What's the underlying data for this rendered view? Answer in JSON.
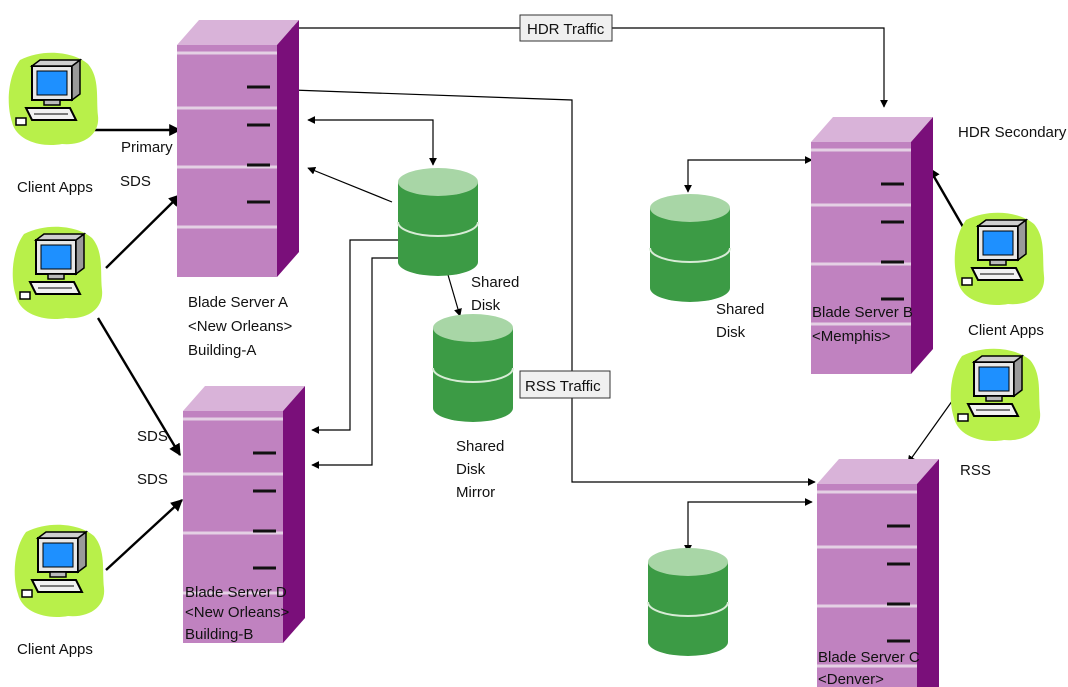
{
  "colors": {
    "server_front": "#c082c0",
    "server_top": "#d9b3d9",
    "server_side": "#7a0f7a",
    "disk": "#3c9b45",
    "disk_top": "#a8d6a6",
    "client_blob": "#b8f04a",
    "monitor_screen": "#1e90ff"
  },
  "traffic_labels": {
    "hdr": "HDR Traffic",
    "rss": "RSS Traffic"
  },
  "servers": {
    "a": {
      "name": "Blade Server A",
      "location": "<New Orleans>",
      "building": "Building-A"
    },
    "b": {
      "name": "Blade Server B",
      "location": "<Memphis>"
    },
    "c": {
      "name": "Blade Server C",
      "location": "<Denver>"
    },
    "d": {
      "name": "Blade Server D",
      "location": "<New Orleans>",
      "building": "Building-B"
    }
  },
  "roles": {
    "primary": "Primary",
    "sds": "SDS",
    "hdr_secondary": "HDR Secondary",
    "rss": "RSS"
  },
  "disks": {
    "shared_left": {
      "line1": "Shared",
      "line2": "Disk"
    },
    "mirror": {
      "line1": "Shared",
      "line2": "Disk",
      "line3": "Mirror"
    },
    "shared_right": {
      "line1": "Shared",
      "line2": "Disk"
    }
  },
  "client_apps_label": "Client Apps",
  "icons": [
    "client-computer-icon",
    "server-icon",
    "disk-icon"
  ]
}
